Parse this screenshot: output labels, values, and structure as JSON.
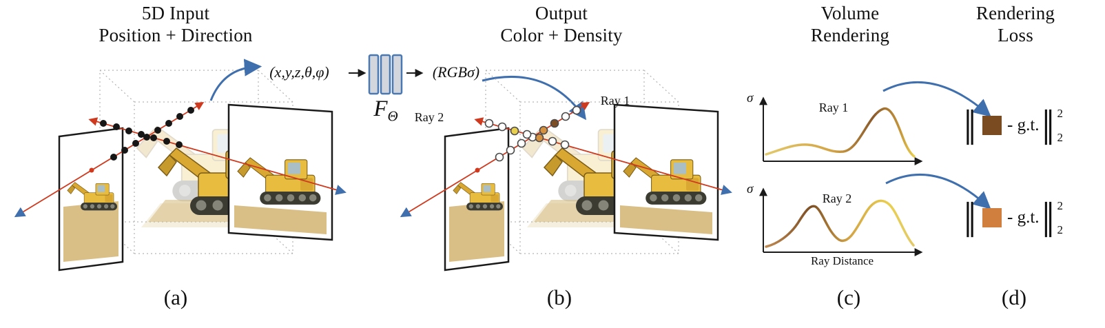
{
  "panels": {
    "a": {
      "title1": "5D Input",
      "title2": "Position + Direction",
      "caption": "(a)"
    },
    "b": {
      "title1": "Output",
      "title2": "Color + Density",
      "caption": "(b)",
      "ray1_label": "Ray 1",
      "ray2_label": "Ray 2"
    },
    "c": {
      "title1": "Volume",
      "title2": "Rendering",
      "caption": "(c)",
      "plot1": {
        "ylabel": "σ",
        "series_label": "Ray 1"
      },
      "plot2": {
        "ylabel": "σ",
        "series_label": "Ray 2",
        "xlabel": "Ray Distance"
      }
    },
    "d": {
      "title1": "Rendering",
      "title2": "Loss",
      "caption": "(d)",
      "loss1": {
        "bar": "∥",
        "minus_gt": "- g.t.",
        "sup": "2",
        "sub": "2"
      },
      "loss2": {
        "bar": "∥",
        "minus_gt": "- g.t.",
        "sup": "2",
        "sub": "2"
      }
    }
  },
  "network": {
    "input_label": "(x,y,z,θ,φ)",
    "name": "F",
    "name_sub": "Θ",
    "output_label": "(RGBσ)"
  },
  "colors": {
    "ray_red": "#cf3a1f",
    "arrow_blue": "#3f6fad",
    "sample_black": "#161616",
    "sample_yellow": "#e9cf4e",
    "sample_orange": "#d6913f",
    "sample_brown": "#7d4e24",
    "loss1_square": "#7a4a21",
    "loss2_square": "#d07f3e",
    "mlp_bar_fill": "#d3d7dd",
    "mlp_bar_stroke": "#4a78b2"
  },
  "chart_data": [
    {
      "type": "line",
      "title": "Ray 1",
      "xlabel": "Ray Distance",
      "ylabel": "σ",
      "x": [
        0,
        0.1,
        0.2,
        0.3,
        0.4,
        0.5,
        0.6,
        0.7,
        0.8,
        0.9,
        1.0
      ],
      "y": [
        0.05,
        0.12,
        0.15,
        0.12,
        0.1,
        0.12,
        0.18,
        0.5,
        0.9,
        0.55,
        0.05
      ],
      "ylim": [
        0,
        1
      ],
      "grid": false,
      "legend_position": "inside-top",
      "color_gradient": [
        "#e2c96a",
        "#d3a344",
        "#8a5a2b",
        "#e9cf4e"
      ]
    },
    {
      "type": "line",
      "title": "Ray 2",
      "xlabel": "Ray Distance",
      "ylabel": "σ",
      "x": [
        0,
        0.1,
        0.2,
        0.3,
        0.4,
        0.5,
        0.6,
        0.7,
        0.8,
        0.9,
        1.0
      ],
      "y": [
        0.04,
        0.15,
        0.5,
        0.78,
        0.45,
        0.15,
        0.2,
        0.55,
        0.85,
        0.4,
        0.05
      ],
      "ylim": [
        0,
        1
      ],
      "grid": false,
      "legend_position": "inside-top",
      "color_gradient": [
        "#c08a50",
        "#7d4e24",
        "#d3a344",
        "#e9cf4e"
      ]
    }
  ]
}
